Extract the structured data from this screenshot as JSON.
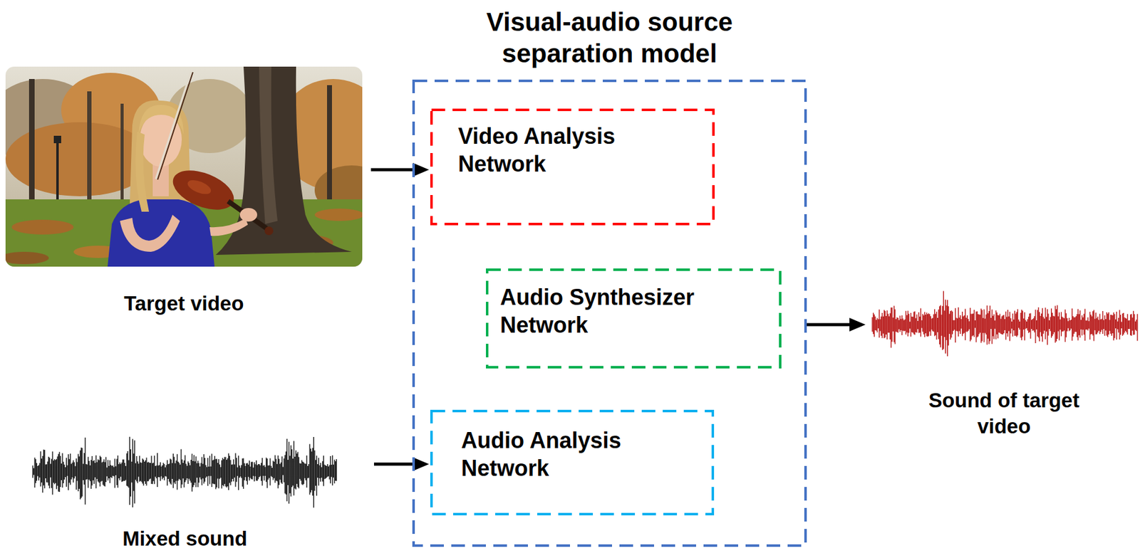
{
  "diagram": {
    "nodes": [
      {
        "text": [
          "Target video"
        ]
      },
      {
        "text": [
          "Visual-audio source separation model"
        ]
      },
      {
        "text": [
          "Video Analysis Network"
        ],
        "in": 1
      },
      {
        "text": [
          "Audio Synthesizer Network"
        ],
        "in": 1
      },
      {
        "text": [
          "Audio Analysis Network"
        ],
        "in": 1
      },
      {
        "text": [
          "Sound of target video"
        ]
      },
      {
        "text": [
          "Mixed sound"
        ]
      }
    ],
    "edges": [
      {
        "from": 0,
        "to": 2,
        "arrow": "to"
      },
      {
        "from": 1,
        "to": 5,
        "arrow": "to"
      },
      {
        "from": 6,
        "to": 4,
        "arrow": "to"
      }
    ]
  }
}
